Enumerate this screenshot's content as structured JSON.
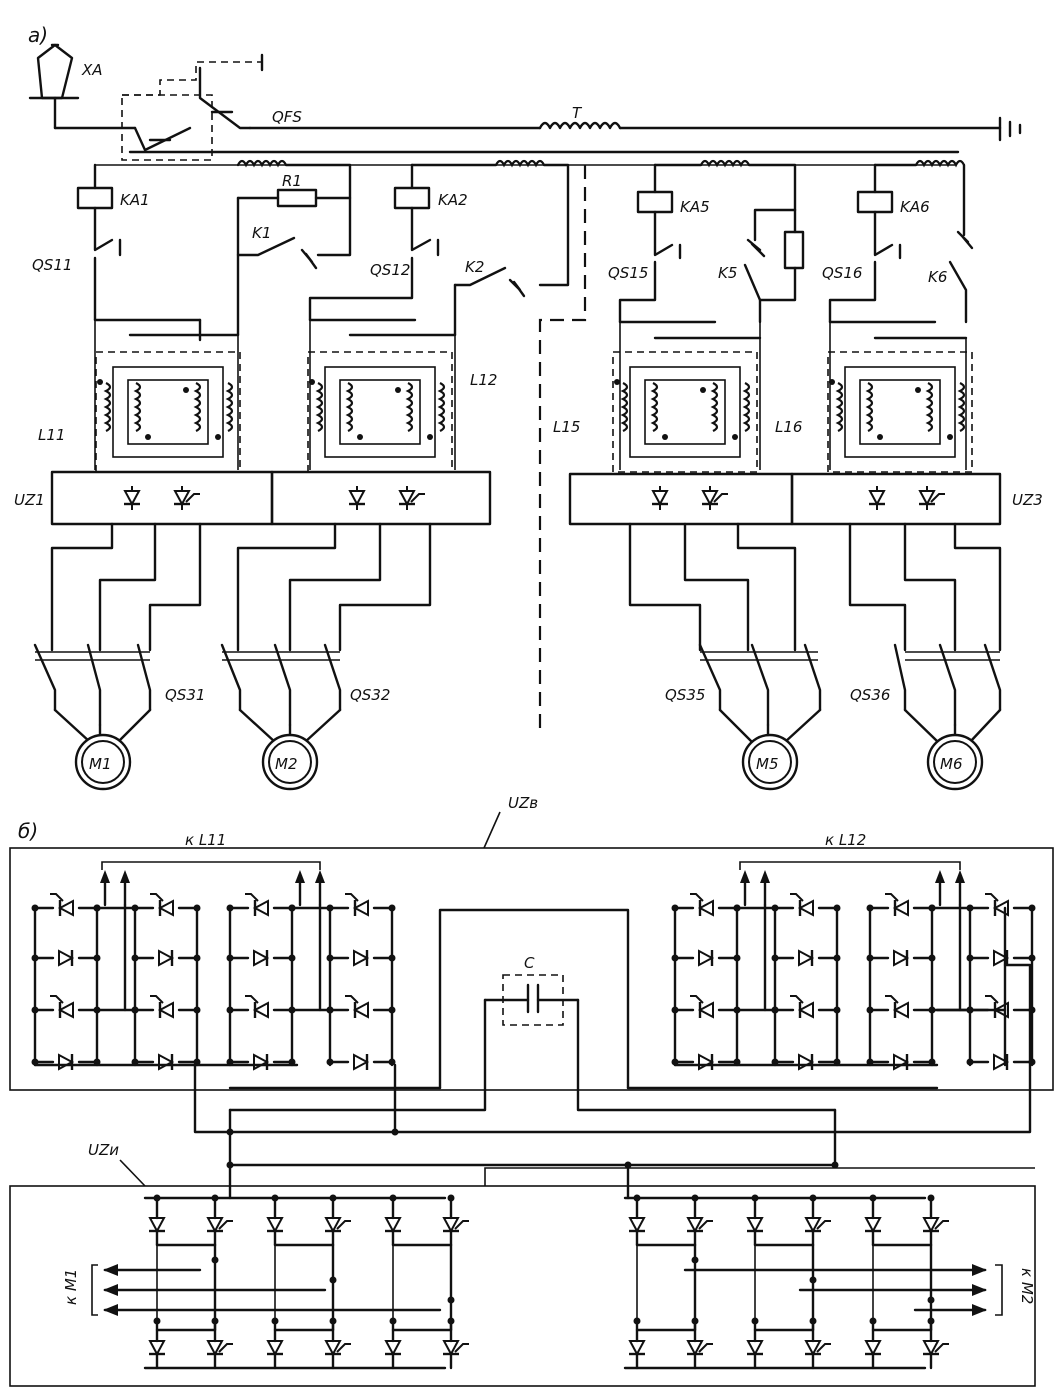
{
  "part_a": {
    "part_label": "а)",
    "antenna_label": "XA",
    "breaker_label": "QFS",
    "transformer_label": "T",
    "channels": [
      {
        "relay": "KA1",
        "disconnector": "QS11",
        "reactor": "L11",
        "contactor": "K1",
        "resistor": "R1",
        "switch": "QS31",
        "motor": "M1"
      },
      {
        "relay": "KA2",
        "disconnector": "QS12",
        "reactor": "L12",
        "contactor": "K2",
        "switch": "QS32",
        "motor": "M2"
      },
      {
        "relay": "KA5",
        "disconnector": "QS15",
        "reactor": "L15",
        "contactor": "K5",
        "switch": "QS35",
        "motor": "M5"
      },
      {
        "relay": "KA6",
        "disconnector": "QS16",
        "reactor": "L16",
        "contactor": "K6",
        "switch": "QS36",
        "motor": "M6"
      }
    ],
    "converters": [
      "UZ1",
      "UZ3"
    ]
  },
  "part_b": {
    "part_label": "б)",
    "rectifier_label": "UZв",
    "inverter_label": "UZи",
    "capacitor_label": "C",
    "to_l11": "к L11",
    "to_l12": "к L12",
    "to_m1": "к М1",
    "to_m2": "к М2"
  }
}
